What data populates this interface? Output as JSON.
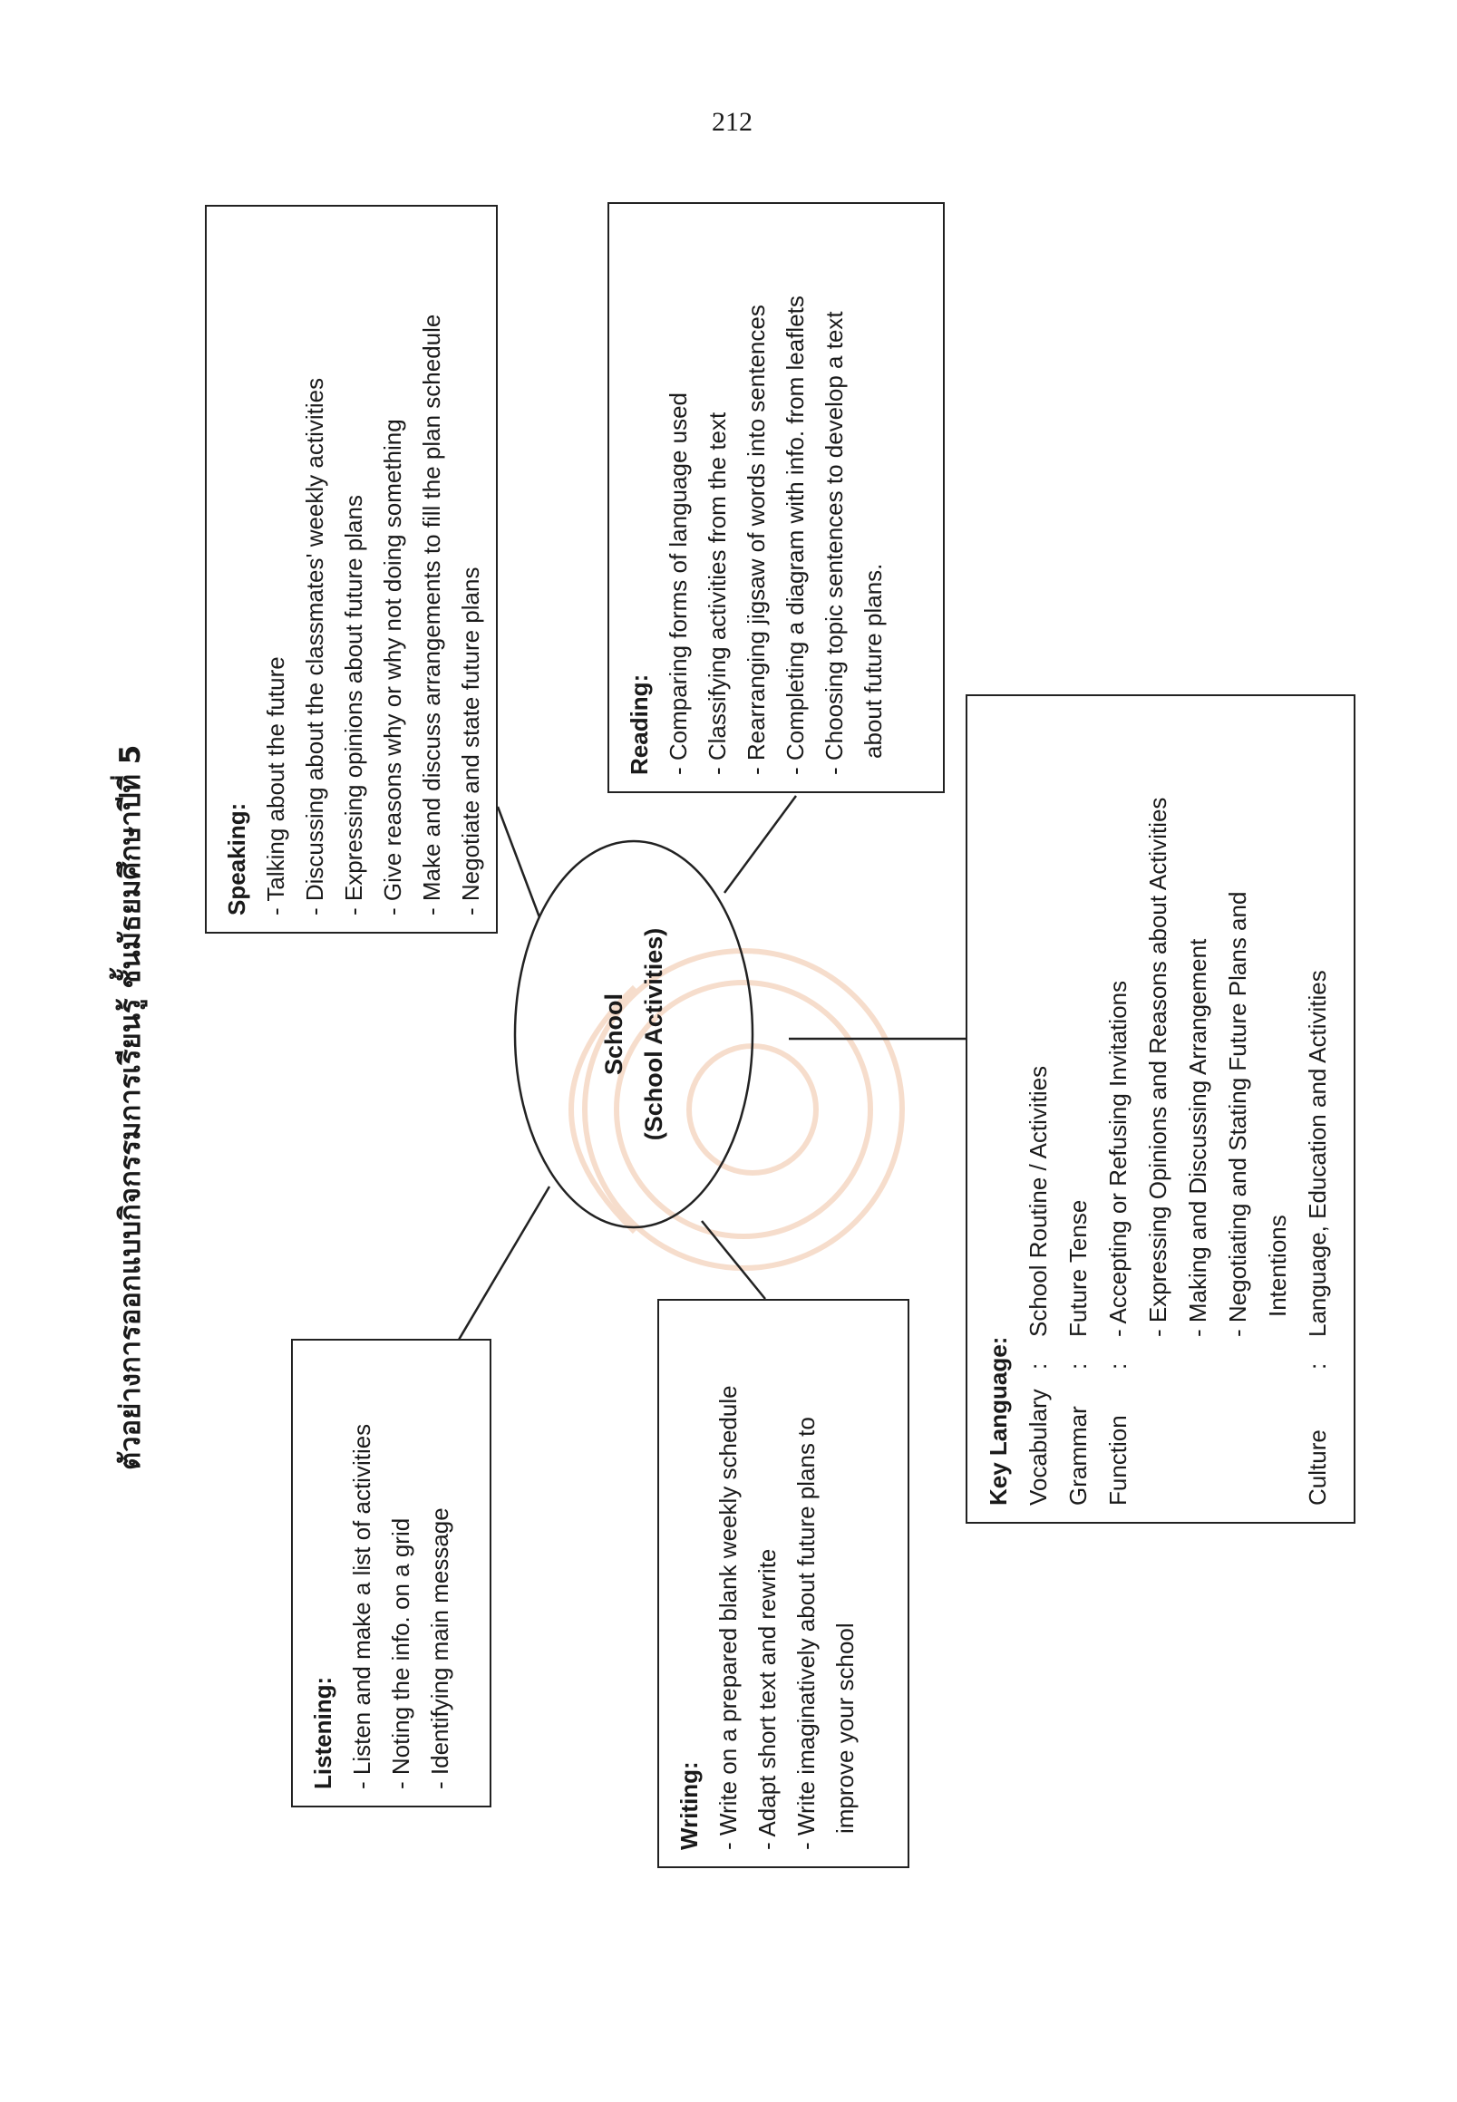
{
  "page_number": "212",
  "title": "ตัวอย่างการออกแบบกิจกรรมการเรียนรู้ ชั้นมัธยมศึกษาปีที่ 5",
  "center": {
    "line1": "School",
    "line2": "(School Activities)"
  },
  "watermark": {
    "color": "#e8a070"
  },
  "speaking": {
    "heading": "Speaking:",
    "lines": [
      {
        "text": "- Talking about the future"
      },
      {
        "text": "- Discussing about the classmates' weekly activities"
      },
      {
        "text": "- Expressing opinions about future plans"
      },
      {
        "text": "- Give reasons why or why not doing something"
      },
      {
        "text": "- Make and discuss arrangements to fill the plan schedule"
      },
      {
        "text": "- Negotiate and state future plans"
      }
    ]
  },
  "reading": {
    "heading": "Reading:",
    "lines": [
      {
        "text": "- Comparing forms of language used"
      },
      {
        "text": "- Classifying activities from the text"
      },
      {
        "text": "- Rearranging jigsaw of words into sentences"
      },
      {
        "text": "- Completing a diagram with info. from leaflets"
      },
      {
        "text": "- Choosing topic sentences to develop a text"
      },
      {
        "text": "about future plans.",
        "cont": true
      }
    ]
  },
  "listening": {
    "heading": "Listening:",
    "lines": [
      {
        "text": "- Listen and make a list of activities"
      },
      {
        "text": "- Noting the info. on a grid"
      },
      {
        "text": "- Identifying main message"
      }
    ]
  },
  "writing": {
    "heading": "Writing:",
    "lines": [
      {
        "text": "- Write on a prepared blank weekly schedule"
      },
      {
        "text": "- Adapt short text and rewrite"
      },
      {
        "text": "- Write imaginatively about future plans to"
      },
      {
        "text": "improve your school",
        "cont": true
      }
    ]
  },
  "key_language": {
    "heading": "Key Language:",
    "rows": [
      {
        "label": "Vocabulary",
        "sep": ":",
        "value": "School Routine / Activities"
      },
      {
        "label": "Grammar",
        "sep": ":",
        "value": "Future Tense"
      },
      {
        "label": "Function",
        "sep": ":",
        "value": "- Accepting or Refusing Invitations"
      },
      {
        "label": "",
        "sep": "",
        "value": "- Expressing Opinions and Reasons about Activities"
      },
      {
        "label": "",
        "sep": "",
        "value": "- Making and Discussing Arrangement"
      },
      {
        "label": "",
        "sep": "",
        "value": "- Negotiating and Stating Future Plans and"
      },
      {
        "label": "",
        "sep": "",
        "value": "Intentions",
        "ind": true
      },
      {
        "label": "Culture",
        "sep": ":",
        "value": "Language, Education and Activities"
      }
    ]
  }
}
